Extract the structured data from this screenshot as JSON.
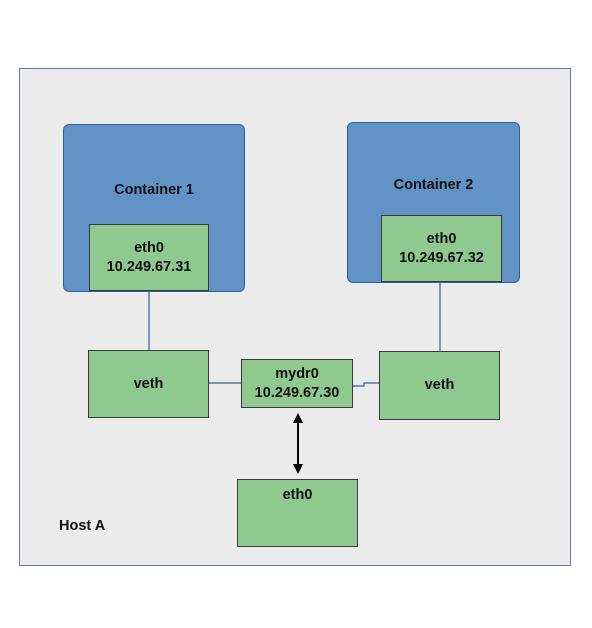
{
  "host": {
    "label": "Host A"
  },
  "container1": {
    "title": "Container 1",
    "eth0": {
      "name": "eth0",
      "ip": "10.249.67.31"
    }
  },
  "container2": {
    "title": "Container 2",
    "eth0": {
      "name": "eth0",
      "ip": "10.249.67.32"
    }
  },
  "veth_left": {
    "label": "veth"
  },
  "veth_right": {
    "label": "veth"
  },
  "bridge": {
    "name": "mydr0",
    "ip": "10.249.67.30"
  },
  "host_eth0": {
    "name": "eth0"
  },
  "colors": {
    "host_bg": "#ebebeb",
    "container_bg": "#6193c7",
    "interface_bg": "#8fc98f",
    "link_line": "#2f5f95",
    "arrow": "#000000"
  }
}
